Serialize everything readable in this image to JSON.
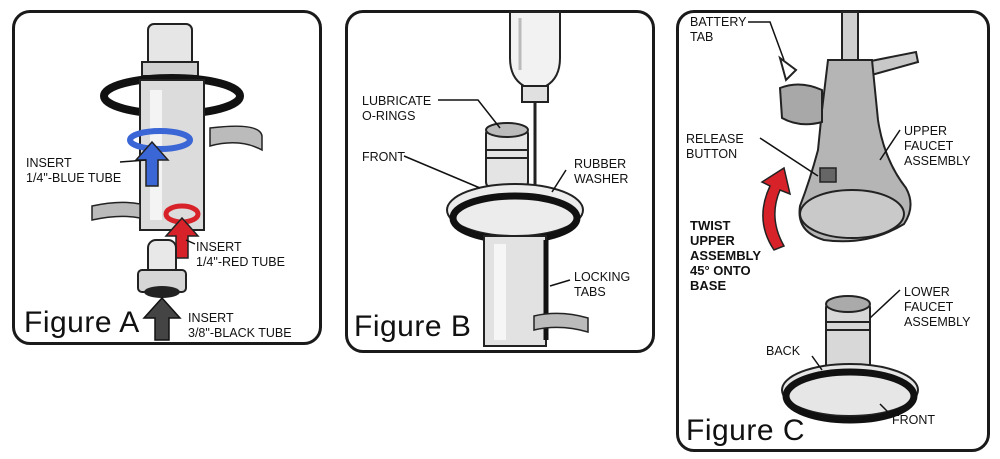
{
  "figure_a": {
    "title": "Figure A",
    "label_blue": "INSERT\n1/4\"-BLUE TUBE",
    "label_red": "INSERT\n1/4\"-RED TUBE",
    "label_black": "INSERT\n3/8\"-BLACK TUBE",
    "colors": {
      "blue": "#3a66d6",
      "red": "#d8222a",
      "black": "#222222"
    }
  },
  "figure_b": {
    "title": "Figure B",
    "label_lubricate": "LUBRICATE\nO-RINGS",
    "label_front": "FRONT",
    "label_rubber": "RUBBER\nWASHER",
    "label_locking": "LOCKING\nTABS"
  },
  "figure_c": {
    "title": "Figure C",
    "label_battery": "BATTERY\nTAB",
    "label_release": "RELEASE\nBUTTON",
    "label_upper": "UPPER\nFAUCET\nASSEMBLY",
    "label_twist": "TWIST\nUPPER\nASSEMBLY\n45° ONTO\nBASE",
    "label_lower": "LOWER\nFAUCET\nASSEMBLY",
    "label_back": "BACK",
    "label_front": "FRONT",
    "colors": {
      "twist_arrow": "#d8222a"
    }
  }
}
